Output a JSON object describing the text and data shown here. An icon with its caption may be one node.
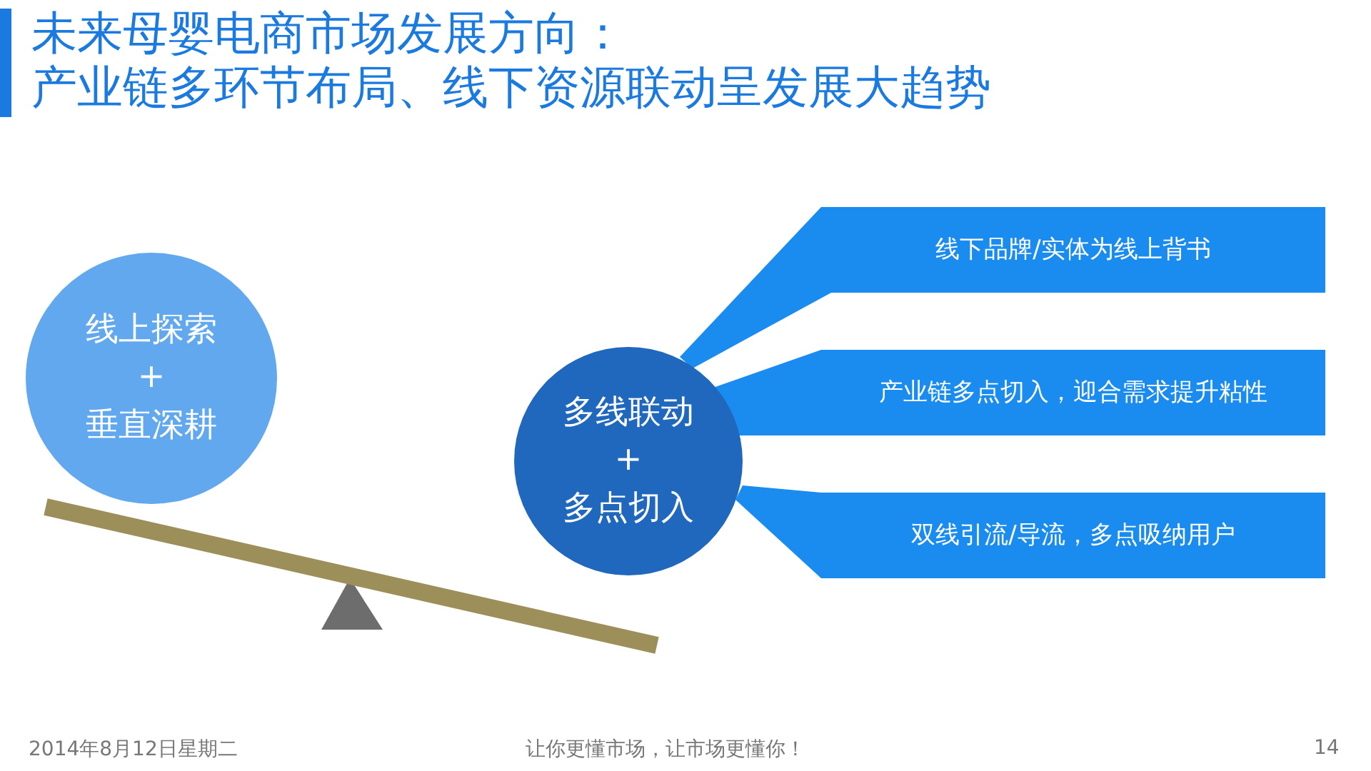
{
  "diagram": {
    "title": "未来母婴电商市场发展方向：产业链多环节布局、线下资源联动呈发展大趋势",
    "nodes": [
      {
        "text": [
          "线上探索",
          "+",
          "垂直深耕"
        ]
      },
      {
        "text": [
          "多线联动",
          "+",
          "多点切入"
        ]
      },
      {
        "text": [
          "线下品牌/实体为线上背书"
        ]
      },
      {
        "text": [
          "产业链多点切入，迎合需求提升粘性"
        ]
      },
      {
        "text": [
          "双线引流/导流，多点吸纳用户"
        ]
      }
    ],
    "labels": [
      "2014年8月12日星期二",
      "让你更懂市场，让市场更懂你！",
      "14"
    ]
  }
}
